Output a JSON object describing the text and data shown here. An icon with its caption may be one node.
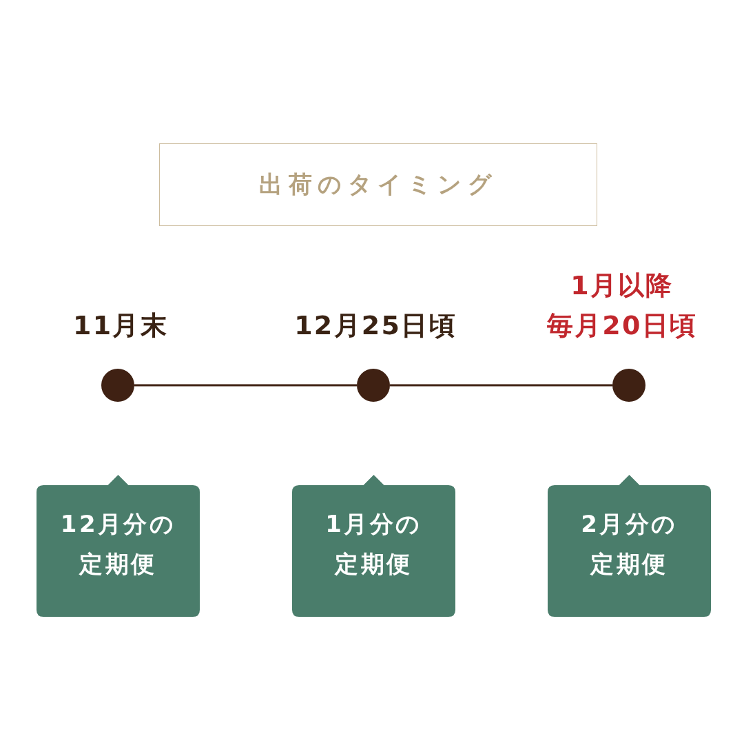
{
  "diagram": {
    "title": "出荷のタイミング",
    "nodes": [
      {
        "text": [],
        "shape": "circle",
        "beside": [
          "11月末"
        ]
      },
      {
        "text": [],
        "shape": "circle",
        "beside": [
          "12月25日頃"
        ]
      },
      {
        "text": [],
        "shape": "circle",
        "beside": [
          "1月以降",
          "毎月20日頃"
        ]
      },
      {
        "text": [
          "12月分の定期便"
        ]
      },
      {
        "text": [
          "1月分の定期便"
        ]
      },
      {
        "text": [
          "2月分の定期便"
        ]
      }
    ],
    "edges": [
      {
        "from": 0,
        "to": 1,
        "arrow": "none"
      },
      {
        "from": 1,
        "to": 2,
        "arrow": "none"
      }
    ]
  }
}
